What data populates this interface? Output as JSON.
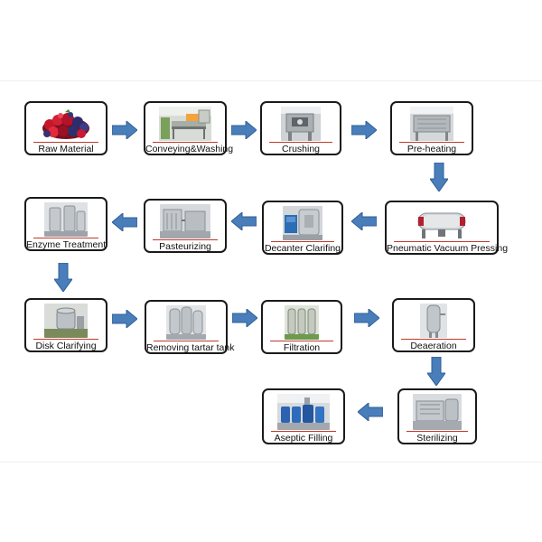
{
  "steps": {
    "raw_material": "Raw Material",
    "conveying_washing": "Conveying&Washing",
    "crushing": "Crushing",
    "pre_heating": "Pre-heating",
    "enzyme_treatment": "Enzyme Treatment",
    "pasteurizing": "Pasteurizing",
    "decanter_clarifing": "Decanter Clarifing",
    "pneumatic_vacuum_pressing": "Pneumatic Vacuum Pressing",
    "disk_clarifying": "Disk Clarifying",
    "removing_tartar_tank": "Removing tartar tank",
    "filtration": "Filtration",
    "deaeration": "Deaeration",
    "aseptic_filling": "Aseptic Filling",
    "sterilizing": "Sterilizing"
  },
  "colors": {
    "arrow": "#4a7ebb",
    "arrow_edge": "#2f5f95",
    "box_border": "#1a1a1a",
    "underline": "#c0392b"
  }
}
